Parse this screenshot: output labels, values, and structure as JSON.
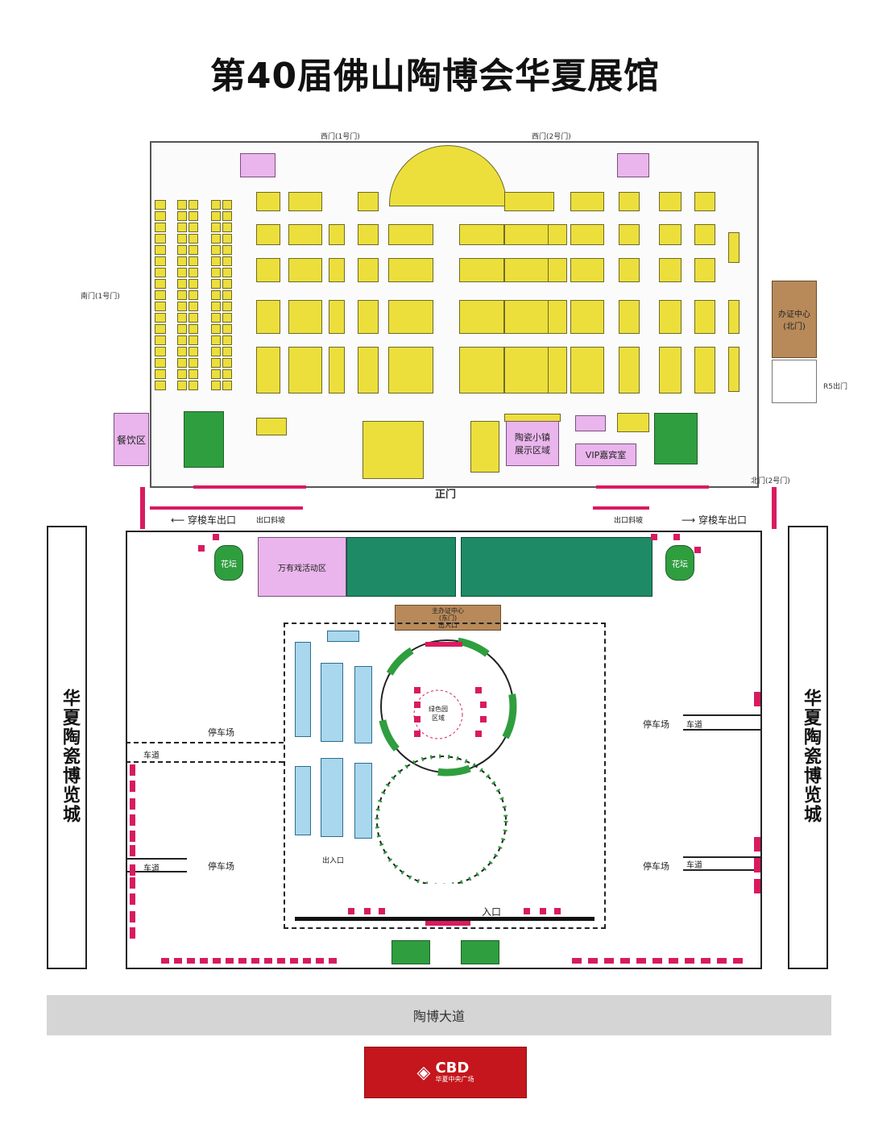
{
  "title": "第40届佛山陶博会华夏展馆",
  "gates": {
    "west1": "西门(1号门)",
    "west2": "西门(2号门)",
    "south1": "南门(1号门)",
    "north2": "北门(2号门)",
    "main": "正门",
    "r5": "R5出门"
  },
  "areas": {
    "dining": "餐饮区",
    "office_center": "办证中心\n(北门)",
    "ceramic_town": "陶瓷小镇\n展示区域",
    "vip": "VIP嘉宾室",
    "activity": "万有戏活动区",
    "flowerbed_left": "花坛",
    "flowerbed_right": "花坛",
    "service_center": "主办证中心\n(东门)\n出入口",
    "green_zone": "绿色园\n区域"
  },
  "shuttle": {
    "exit_left": "穿梭车出口",
    "exit_right": "穿梭车出口",
    "ramp_left": "出口斜坡",
    "ramp_right": "出口斜坡"
  },
  "outdoor": {
    "parking": "停车场",
    "lane": "车道",
    "entrance": "入口",
    "in_out": "出入口"
  },
  "side_banner": "华夏陶瓷博览城",
  "road": "陶博大道",
  "logo": {
    "name": "CBD",
    "sub": "华夏中央广场"
  },
  "colors": {
    "booth": "#ecdf3c",
    "green": "#2f9e3f",
    "pink": "#e9b5ec",
    "magenta": "#d81b60",
    "road": "#d5d5d5",
    "logo": "#c4161c"
  }
}
